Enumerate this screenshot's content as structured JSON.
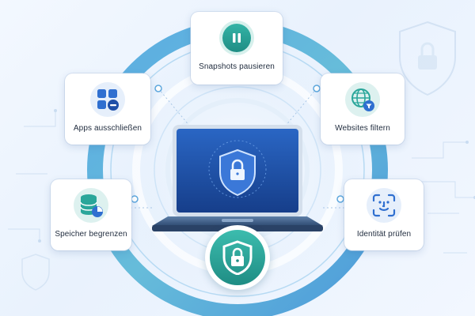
{
  "features": [
    {
      "id": "snapshots",
      "label": "Snapshots pausieren",
      "icon": "pause-icon"
    },
    {
      "id": "apps",
      "label": "Apps ausschließen",
      "icon": "app-grid-minus-icon"
    },
    {
      "id": "websites",
      "label": "Websites filtern",
      "icon": "globe-filter-icon"
    },
    {
      "id": "storage",
      "label": "Speicher begrenzen",
      "icon": "database-chart-icon"
    },
    {
      "id": "identity",
      "label": "Identität prüfen",
      "icon": "face-scan-icon"
    }
  ],
  "center": {
    "laptop_icon": "shield-lock-icon",
    "badge_icon": "shield-lock-icon"
  },
  "colors": {
    "accent_teal": "#2aa69a",
    "accent_blue": "#2f6fd0",
    "ring": "#6db3e6",
    "screen": "#1e4fa8"
  }
}
